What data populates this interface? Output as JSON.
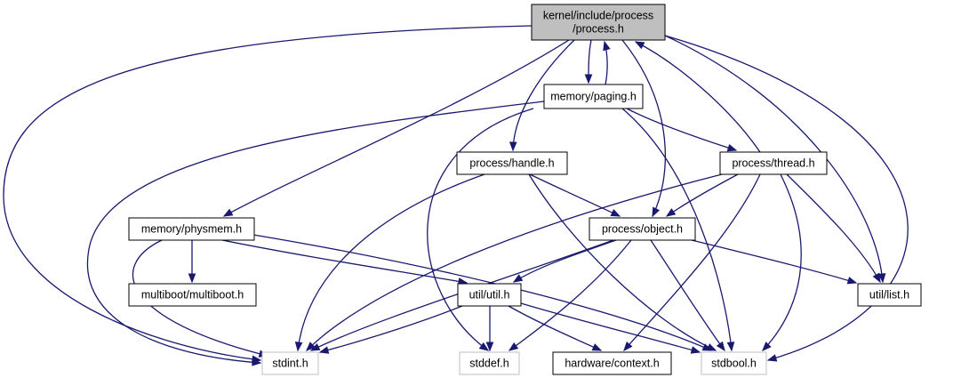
{
  "colors": {
    "edge": "#191970",
    "root_fill": "#bfbfbf",
    "node_border": "#000000",
    "external_border": "#bfbfbf",
    "node_fill": "#ffffff"
  },
  "nodes": [
    {
      "id": "root",
      "lines": [
        "kernel/include/process",
        "/process.h"
      ],
      "kind": "root"
    },
    {
      "id": "paging",
      "lines": [
        "memory/paging.h"
      ],
      "kind": "normal"
    },
    {
      "id": "handle",
      "lines": [
        "process/handle.h"
      ],
      "kind": "normal"
    },
    {
      "id": "thread",
      "lines": [
        "process/thread.h"
      ],
      "kind": "normal"
    },
    {
      "id": "physmem",
      "lines": [
        "memory/physmem.h"
      ],
      "kind": "normal"
    },
    {
      "id": "object",
      "lines": [
        "process/object.h"
      ],
      "kind": "normal"
    },
    {
      "id": "multiboot",
      "lines": [
        "multiboot/multiboot.h"
      ],
      "kind": "normal"
    },
    {
      "id": "util",
      "lines": [
        "util/util.h"
      ],
      "kind": "normal"
    },
    {
      "id": "list",
      "lines": [
        "util/list.h"
      ],
      "kind": "normal"
    },
    {
      "id": "stdint",
      "lines": [
        "stdint.h"
      ],
      "kind": "external"
    },
    {
      "id": "stddef",
      "lines": [
        "stddef.h"
      ],
      "kind": "external"
    },
    {
      "id": "context",
      "lines": [
        "hardware/context.h"
      ],
      "kind": "normal"
    },
    {
      "id": "stdbool",
      "lines": [
        "stdbool.h"
      ],
      "kind": "external"
    }
  ],
  "edges": [
    {
      "from": "root",
      "to": "stdint"
    },
    {
      "from": "root",
      "to": "paging"
    },
    {
      "from": "root",
      "to": "handle"
    },
    {
      "from": "root",
      "to": "physmem"
    },
    {
      "from": "root",
      "to": "object"
    },
    {
      "from": "root",
      "to": "list"
    },
    {
      "from": "root",
      "to": "stdbool"
    },
    {
      "from": "paging",
      "to": "root"
    },
    {
      "from": "paging",
      "to": "stdint"
    },
    {
      "from": "paging",
      "to": "stddef"
    },
    {
      "from": "paging",
      "to": "thread"
    },
    {
      "from": "paging",
      "to": "stdbool"
    },
    {
      "from": "handle",
      "to": "object"
    },
    {
      "from": "handle",
      "to": "stdint"
    },
    {
      "from": "handle",
      "to": "stdbool"
    },
    {
      "from": "thread",
      "to": "root"
    },
    {
      "from": "thread",
      "to": "object"
    },
    {
      "from": "thread",
      "to": "stdint"
    },
    {
      "from": "thread",
      "to": "list"
    },
    {
      "from": "thread",
      "to": "context"
    },
    {
      "from": "thread",
      "to": "stdbool"
    },
    {
      "from": "physmem",
      "to": "multiboot"
    },
    {
      "from": "physmem",
      "to": "util"
    },
    {
      "from": "physmem",
      "to": "stdint"
    },
    {
      "from": "physmem",
      "to": "stdbool"
    },
    {
      "from": "object",
      "to": "util"
    },
    {
      "from": "object",
      "to": "list"
    },
    {
      "from": "object",
      "to": "stdint"
    },
    {
      "from": "object",
      "to": "stddef"
    },
    {
      "from": "object",
      "to": "stdbool"
    },
    {
      "from": "util",
      "to": "stdint"
    },
    {
      "from": "util",
      "to": "stddef"
    },
    {
      "from": "util",
      "to": "context"
    },
    {
      "from": "util",
      "to": "stdbool"
    }
  ]
}
